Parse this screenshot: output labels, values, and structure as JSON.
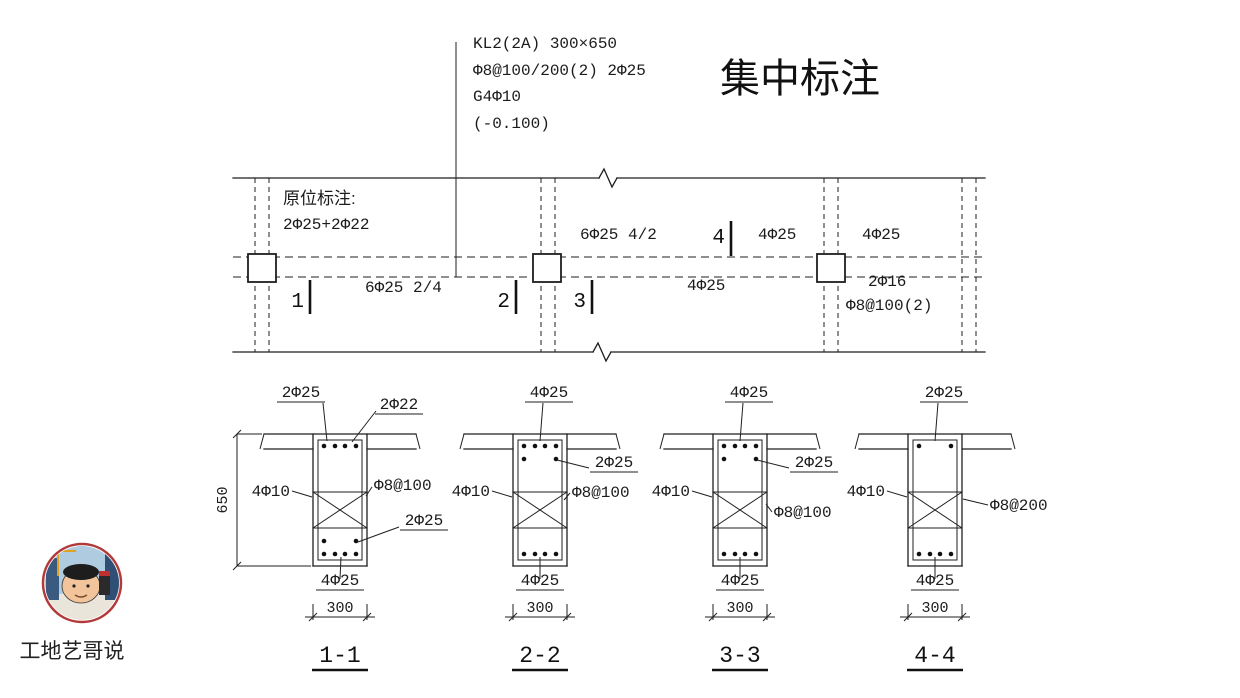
{
  "title": {
    "concentrated": "集中标注"
  },
  "concentrated_annotation": {
    "line1": "KL2(2A)  300×650",
    "line2": "Φ8@100/200(2)  2Φ25",
    "line3": "G4Φ10",
    "line4": "(-0.100)"
  },
  "plan": {
    "insitu_label": "原位标注:",
    "insitu_bars": "2Φ25+2Φ22",
    "support2_top": "6Φ25 4/2",
    "span2_top_a": "4Φ25",
    "span2_top_b": "4Φ25",
    "span1_bottom": "6Φ25 2/4",
    "span2_bottom": "4Φ25",
    "right_top": "2Φ16",
    "right_stirrup": "Φ8@100(2)",
    "cuts": {
      "c1": "1",
      "c2": "2",
      "c3": "3",
      "c4": "4"
    }
  },
  "sections": {
    "s1": {
      "label": "1-1",
      "top_left": "2Φ25",
      "top_right": "2Φ22",
      "side": "4Φ10",
      "stirrup": "Φ8@100",
      "mid": "2Φ25",
      "bottom": "4Φ25",
      "width": "300",
      "height": "650"
    },
    "s2": {
      "label": "2-2",
      "top": "4Φ25",
      "side": "4Φ10",
      "stirrup": "Φ8@100",
      "mid": "2Φ25",
      "bottom": "4Φ25",
      "width": "300"
    },
    "s3": {
      "label": "3-3",
      "top": "4Φ25",
      "side": "4Φ10",
      "stirrup": "Φ8@100",
      "mid": "2Φ25",
      "bottom": "4Φ25",
      "width": "300"
    },
    "s4": {
      "label": "4-4",
      "top": "2Φ25",
      "side": "4Φ10",
      "stirrup": "Φ8@200",
      "bottom": "4Φ25",
      "width": "300"
    }
  },
  "watermark": {
    "name": "工地艺哥说"
  },
  "colors": {
    "ink": "#1f1f1f",
    "avatar_ring": "#b23a3a"
  }
}
